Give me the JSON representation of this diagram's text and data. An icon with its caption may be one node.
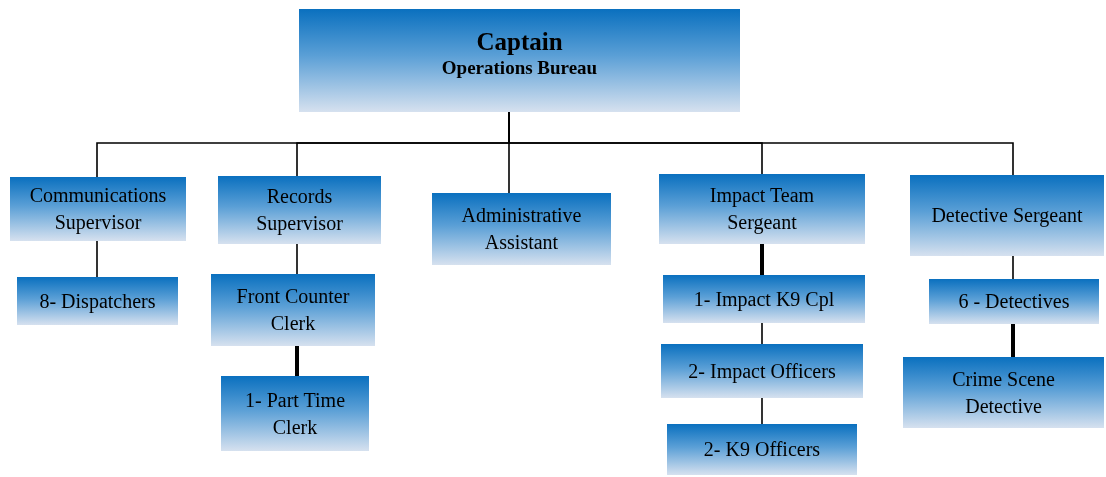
{
  "diagram": {
    "nodes": [
      {
        "text": [
          "Captain",
          "Operations Bureau"
        ]
      },
      {
        "text": [
          "Communications Supervisor"
        ]
      },
      {
        "text": [
          "8- Dispatchers"
        ]
      },
      {
        "text": [
          "Records Supervisor"
        ]
      },
      {
        "text": [
          "Front Counter Clerk"
        ]
      },
      {
        "text": [
          "1- Part Time Clerk"
        ]
      },
      {
        "text": [
          "Administrative Assistant"
        ]
      },
      {
        "text": [
          "Impact Team Sergeant"
        ]
      },
      {
        "text": [
          "1- Impact K9 Cpl"
        ]
      },
      {
        "text": [
          "2- Impact Officers"
        ]
      },
      {
        "text": [
          "2- K9 Officers"
        ]
      },
      {
        "text": [
          "Detective Sergeant"
        ]
      },
      {
        "text": [
          "6 - Detectives"
        ]
      },
      {
        "text": [
          "Crime Scene Detective"
        ]
      }
    ],
    "edges": [
      {
        "from": 0,
        "to": 1,
        "arrow": "none"
      },
      {
        "from": 0,
        "to": 3,
        "arrow": "none"
      },
      {
        "from": 0,
        "to": 6,
        "arrow": "none"
      },
      {
        "from": 0,
        "to": 7,
        "arrow": "none"
      },
      {
        "from": 0,
        "to": 11,
        "arrow": "none"
      },
      {
        "from": 1,
        "to": 2,
        "arrow": "none"
      },
      {
        "from": 3,
        "to": 4,
        "arrow": "none"
      },
      {
        "from": 4,
        "to": 5,
        "arrow": "none",
        "style": "thick"
      },
      {
        "from": 7,
        "to": 8,
        "arrow": "none",
        "style": "thick"
      },
      {
        "from": 8,
        "to": 9,
        "arrow": "none"
      },
      {
        "from": 9,
        "to": 10,
        "arrow": "none"
      },
      {
        "from": 11,
        "to": 12,
        "arrow": "none"
      },
      {
        "from": 12,
        "to": 13,
        "arrow": "none",
        "style": "thick"
      }
    ]
  }
}
